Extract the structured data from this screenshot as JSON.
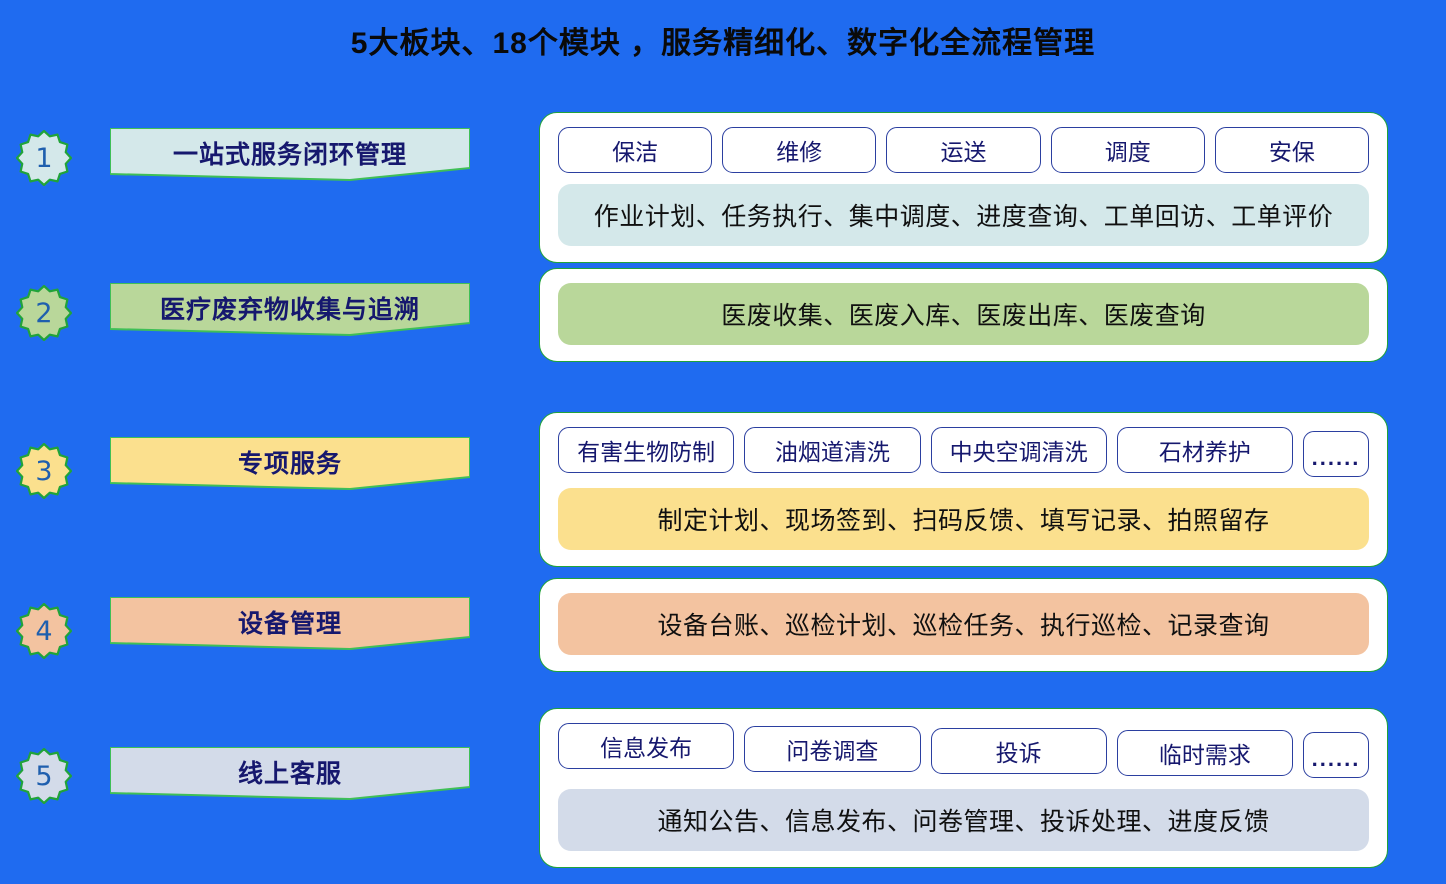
{
  "title": "5大板块、18个模块 ，服务精细化、数字化全流程管理",
  "background_color": "#1f6bf0",
  "card_border_color": "#21a33a",
  "chip_border_color": "#2b3fa0",
  "label_text_color": "#16186e",
  "rows": [
    {
      "number": "1",
      "label": "一站式服务闭环管理",
      "accent": "#d4e8ea",
      "chips": [
        "保洁",
        "维修",
        "运送",
        "调度",
        "安保"
      ],
      "has_dots_chip": false,
      "detail": "作业计划、任务执行、集中调度、进度查询、工单回访、工单评价"
    },
    {
      "number": "2",
      "label": "医疗废弃物收集与追溯",
      "accent": "#b9d79a",
      "chips": [],
      "has_dots_chip": false,
      "detail": "医废收集、医废入库、医废出库、医废查询"
    },
    {
      "number": "3",
      "label": "专项服务",
      "accent": "#fbe08e",
      "chips": [
        "有害生物防制",
        "油烟道清洗",
        "中央空调清洗",
        "石材养护"
      ],
      "has_dots_chip": true,
      "dots_label": "......",
      "detail": "制定计划、现场签到、扫码反馈、填写记录、拍照留存"
    },
    {
      "number": "4",
      "label": "设备管理",
      "accent": "#f3c3a0",
      "chips": [],
      "has_dots_chip": false,
      "detail": "设备台账、巡检计划、巡检任务、执行巡检、记录查询"
    },
    {
      "number": "5",
      "label": "线上客服",
      "accent": "#d3dbe9",
      "chips": [
        "信息发布",
        "问卷调查",
        "投诉",
        "临时需求"
      ],
      "has_dots_chip": true,
      "dots_label": "......",
      "detail": "通知公告、信息发布、问卷管理、投诉处理、进度反馈"
    }
  ],
  "layout": {
    "row_tops": [
      112,
      268,
      412,
      578,
      708
    ],
    "badge_tops": [
      130,
      285,
      443,
      603,
      748
    ],
    "banner_tops": [
      128,
      283,
      437,
      597,
      747
    ]
  }
}
